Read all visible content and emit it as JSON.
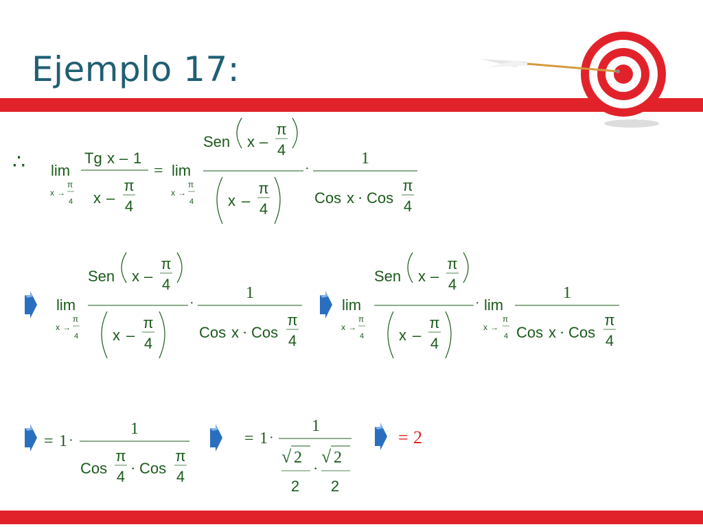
{
  "slide": {
    "title": "Ejemplo 17:",
    "therefore": "∴"
  },
  "math": {
    "lim": "lim",
    "x": "x",
    "arrow": "→",
    "pi": "π",
    "four": "4",
    "two": "2",
    "one": "1",
    "tg": "Tg",
    "sen": "Sen",
    "cos": "Cos",
    "minus": "–",
    "equals": "=",
    "dot": "·",
    "sqrt": "√",
    "result_two": "2",
    "left_paren": "(",
    "right_paren": ")"
  },
  "colors": {
    "title": "#1f5f73",
    "bar": "#e2222a",
    "math": "#1a5a1a",
    "result": "#e2222a",
    "arrow_icon": "#2a6fbf"
  }
}
